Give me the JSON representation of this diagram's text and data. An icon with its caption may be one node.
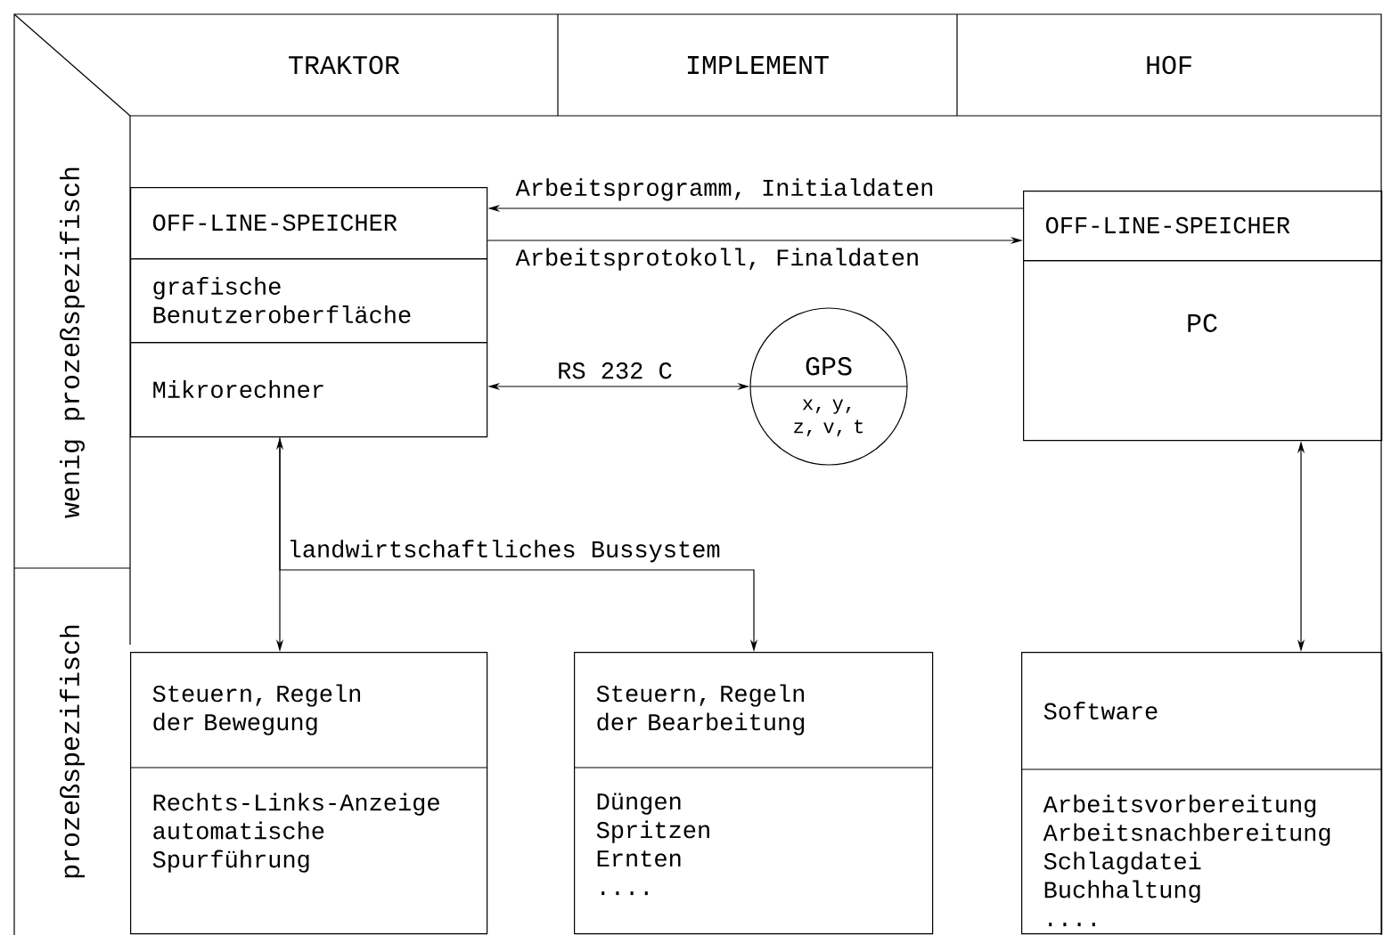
{
  "diagram": {
    "nodes": [
      {
        "text": [
          "TRAKTOR"
        ]
      },
      {
        "text": [
          "IMPLEMENT"
        ]
      },
      {
        "text": [
          "HOF"
        ]
      },
      {
        "text": [
          "wenig prozeßspezifisch"
        ]
      },
      {
        "text": [
          "prozeßspezifisch"
        ]
      },
      {
        "text": [
          "OFF-LINE-SPEICHER"
        ]
      },
      {
        "text": [
          "grafische Benutzeroberfläche"
        ]
      },
      {
        "text": [
          "Mikrorechner"
        ]
      },
      {
        "text": [
          "GPS",
          "x, y, z, v, t"
        ]
      },
      {
        "text": [
          "OFF-LINE-SPEICHER"
        ]
      },
      {
        "text": [
          "PC"
        ]
      },
      {
        "text": [
          "Steuern, Regeln der Bewegung",
          "Rechts-Links-Anzeige",
          "automatische Spurführung"
        ]
      },
      {
        "text": [
          "Steuern, Regeln der Bearbeitung",
          "Düngen",
          "Spritzen",
          "Ernten",
          "...."
        ]
      },
      {
        "text": [
          "Software",
          "Arbeitsvorbereitung",
          "Arbeitsnachbereitung",
          "Schlagdatei",
          "Buchhaltung",
          "...."
        ]
      }
    ],
    "edges": [
      {
        "from": 9,
        "to": 5,
        "arrow": "to",
        "label": "Arbeitsprogramm, Initialdaten"
      },
      {
        "from": 5,
        "to": 9,
        "arrow": "to",
        "label": "Arbeitsprotokoll, Finaldaten"
      },
      {
        "from": 7,
        "to": 8,
        "arrow": "both",
        "label": "RS 232 C"
      },
      {
        "from": 7,
        "to": 11,
        "arrow": "both"
      },
      {
        "from": 7,
        "to": 12,
        "arrow": "to",
        "label": "landwirtschaftliches Bussystem"
      },
      {
        "from": 10,
        "to": 13,
        "arrow": "both"
      }
    ]
  }
}
